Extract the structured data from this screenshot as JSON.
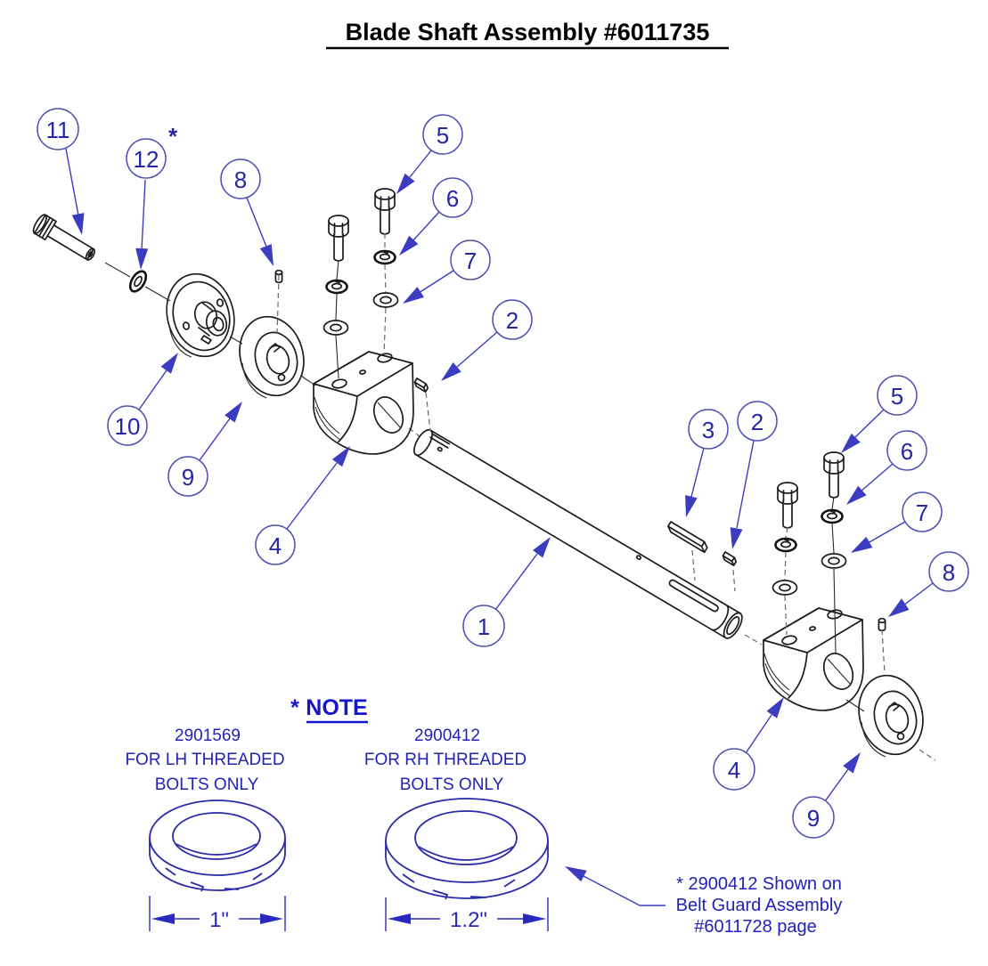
{
  "title": "Blade Shaft Assembly #6011735",
  "callouts": [
    "11",
    "12",
    "8",
    "5",
    "6",
    "7",
    "2",
    "10",
    "9",
    "4",
    "1",
    "3",
    "2",
    "5",
    "6",
    "7",
    "8",
    "4",
    "9"
  ],
  "asterisk": "*",
  "note": {
    "star": "*",
    "heading": "NOTE",
    "left_washer": {
      "part_number": "2901569",
      "line1": "FOR LH THREADED",
      "line2": "BOLTS ONLY",
      "dimension": "1\""
    },
    "right_washer": {
      "part_number": "2900412",
      "line1": "FOR RH THREADED",
      "line2": "BOLTS ONLY",
      "dimension": "1.2\""
    },
    "footnote_line1": "* 2900412 Shown on",
    "footnote_line2": "Belt Guard Assembly",
    "footnote_line3": "#6011728 page"
  },
  "colors": {
    "callout_blue": "#3c3cc0",
    "note_blue": "#1515cc",
    "washer_blue": "#2a2aaa",
    "line_black": "#1c1c1c"
  }
}
